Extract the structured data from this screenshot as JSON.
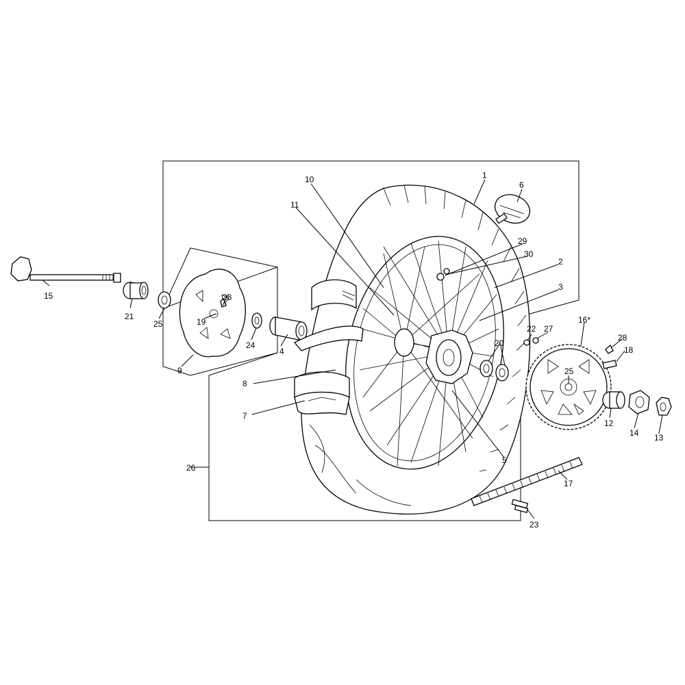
{
  "diagram": {
    "type": "exploded-parts-diagram",
    "callouts": [
      {
        "id": "c1",
        "text": "1"
      },
      {
        "id": "c2",
        "text": "2"
      },
      {
        "id": "c3",
        "text": "3"
      },
      {
        "id": "c4",
        "text": "4"
      },
      {
        "id": "c5",
        "text": "5"
      },
      {
        "id": "c6",
        "text": "6"
      },
      {
        "id": "c7",
        "text": "7"
      },
      {
        "id": "c8",
        "text": "8"
      },
      {
        "id": "c9",
        "text": "9"
      },
      {
        "id": "c10",
        "text": "10"
      },
      {
        "id": "c11",
        "text": "11"
      },
      {
        "id": "c12",
        "text": "12"
      },
      {
        "id": "c13",
        "text": "13"
      },
      {
        "id": "c14",
        "text": "14"
      },
      {
        "id": "c15",
        "text": "15"
      },
      {
        "id": "c16",
        "text": "16*"
      },
      {
        "id": "c17",
        "text": "17"
      },
      {
        "id": "c18",
        "text": "18"
      },
      {
        "id": "c19",
        "text": "19"
      },
      {
        "id": "c20",
        "text": "20"
      },
      {
        "id": "c21",
        "text": "21"
      },
      {
        "id": "c22",
        "text": "22"
      },
      {
        "id": "c23",
        "text": "23"
      },
      {
        "id": "c24",
        "text": "24"
      },
      {
        "id": "c25a",
        "text": "25"
      },
      {
        "id": "c25b",
        "text": "25"
      },
      {
        "id": "c26",
        "text": "26"
      },
      {
        "id": "c27",
        "text": "27"
      },
      {
        "id": "c28a",
        "text": "28"
      },
      {
        "id": "c28b",
        "text": "28"
      },
      {
        "id": "c29",
        "text": "29"
      },
      {
        "id": "c30",
        "text": "30"
      }
    ]
  }
}
